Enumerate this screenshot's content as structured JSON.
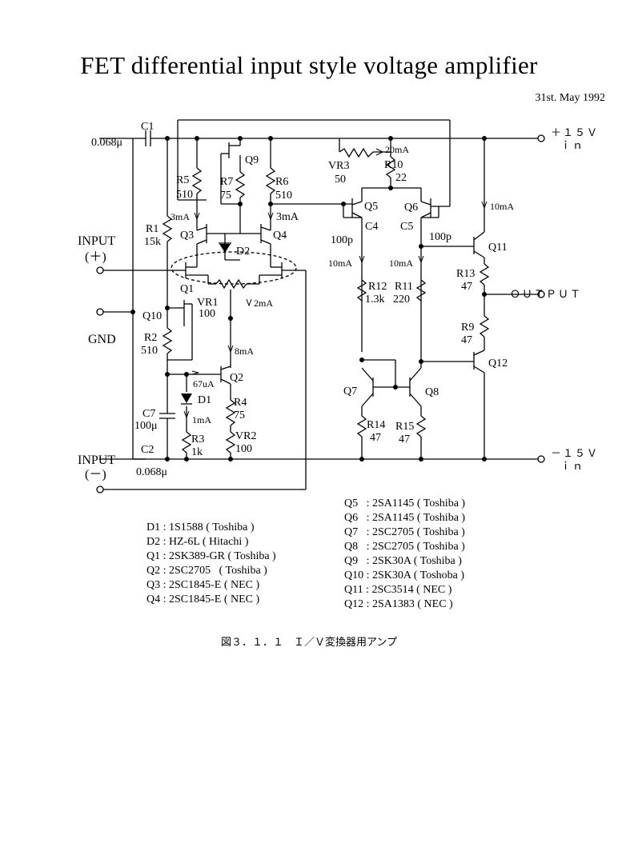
{
  "title": "FET differential input style voltage amplifier",
  "date": "31st. May 1992",
  "caption": "図３．１．１　Ｉ／Ｖ変換器用アンプ",
  "terminals": {
    "plus15": "＋１５Ｖ",
    "plus15_in": "ｉｎ",
    "minus15": "－１５Ｖ",
    "minus15_in": "ｉｎ",
    "output": "ＯＵＴＰＵＴ",
    "input_plus": "INPUT",
    "input_plus_sign": "(＋)",
    "gnd": "GND",
    "input_minus": "INPUT",
    "input_minus_sign": "(－)"
  },
  "labels": {
    "c1": "C1",
    "c1_val": "0.068μ",
    "c2": "C2",
    "c2_val": "0.068μ",
    "c4": "C4",
    "c4_val": "100p",
    "c5": "C5",
    "c5_val": "100p",
    "c7": "C7",
    "c7_val": "100μ",
    "r1": "R1",
    "r1_val": "15k",
    "r2": "R2",
    "r2_val": "510",
    "r3": "R3",
    "r3_val": "1k",
    "r4": "R4",
    "r4_val": "75",
    "r5": "R5",
    "r5_val": "510",
    "r6": "R6",
    "r6_val": "510",
    "r7": "R7",
    "r7_val": "75",
    "r9": "R9",
    "r9_val": "47",
    "r10": "R10",
    "r10_val": "22",
    "r11": "R11",
    "r11_val": "220",
    "r12": "R12",
    "r12_val": "1.3k",
    "r13": "R13",
    "r13_val": "47",
    "r14": "R14",
    "r14_val": "47",
    "r15": "R15",
    "r15_val": "47",
    "vr1": "VR1",
    "vr1_val": "100",
    "vr2": "VR2",
    "vr2_val": "100",
    "vr3": "VR3",
    "vr3_val": "50",
    "q1": "Q1",
    "q2": "Q2",
    "q3": "Q3",
    "q4": "Q4",
    "q5": "Q5",
    "q6": "Q6",
    "q7": "Q7",
    "q8": "Q8",
    "q9": "Q9",
    "q10": "Q10",
    "q11": "Q11",
    "q12": "Q12",
    "d1": "D1",
    "d2": "D2"
  },
  "currents": {
    "i_3ma_left": "3mA",
    "i_3ma_right": "3mA",
    "i_2ma": "2mA",
    "i_8ma": "8mA",
    "i_67ua": "67uA",
    "i_1ma": "1mA",
    "i_20ma": "20mA",
    "i_10ma_q5": "10mA",
    "i_10ma_q6": "10mA",
    "i_10ma_q11": "10mA"
  },
  "parts_left": [
    "D1 : 1S1588 ( Toshiba )",
    "D2 : HZ-6L ( Hitachi )",
    "",
    "Q1 : 2SK389-GR ( Toshiba )",
    "Q2 : 2SC2705   ( Toshiba )",
    "Q3 : 2SC1845-E ( NEC )",
    "Q4 : 2SC1845-E ( NEC )"
  ],
  "parts_right": [
    "Q5   : 2SA1145 ( Toshiba )",
    "Q6   : 2SA1145 ( Toshiba )",
    "Q7   : 2SC2705 ( Toshiba )",
    "Q8   : 2SC2705 ( Toshiba )",
    "",
    "Q9   : 2SK30A ( Toshiba )",
    "Q10 : 2SK30A ( Toshoba )",
    "Q11 : 2SC3514 ( NEC )",
    "Q12 : 2SA1383 ( NEC )"
  ]
}
